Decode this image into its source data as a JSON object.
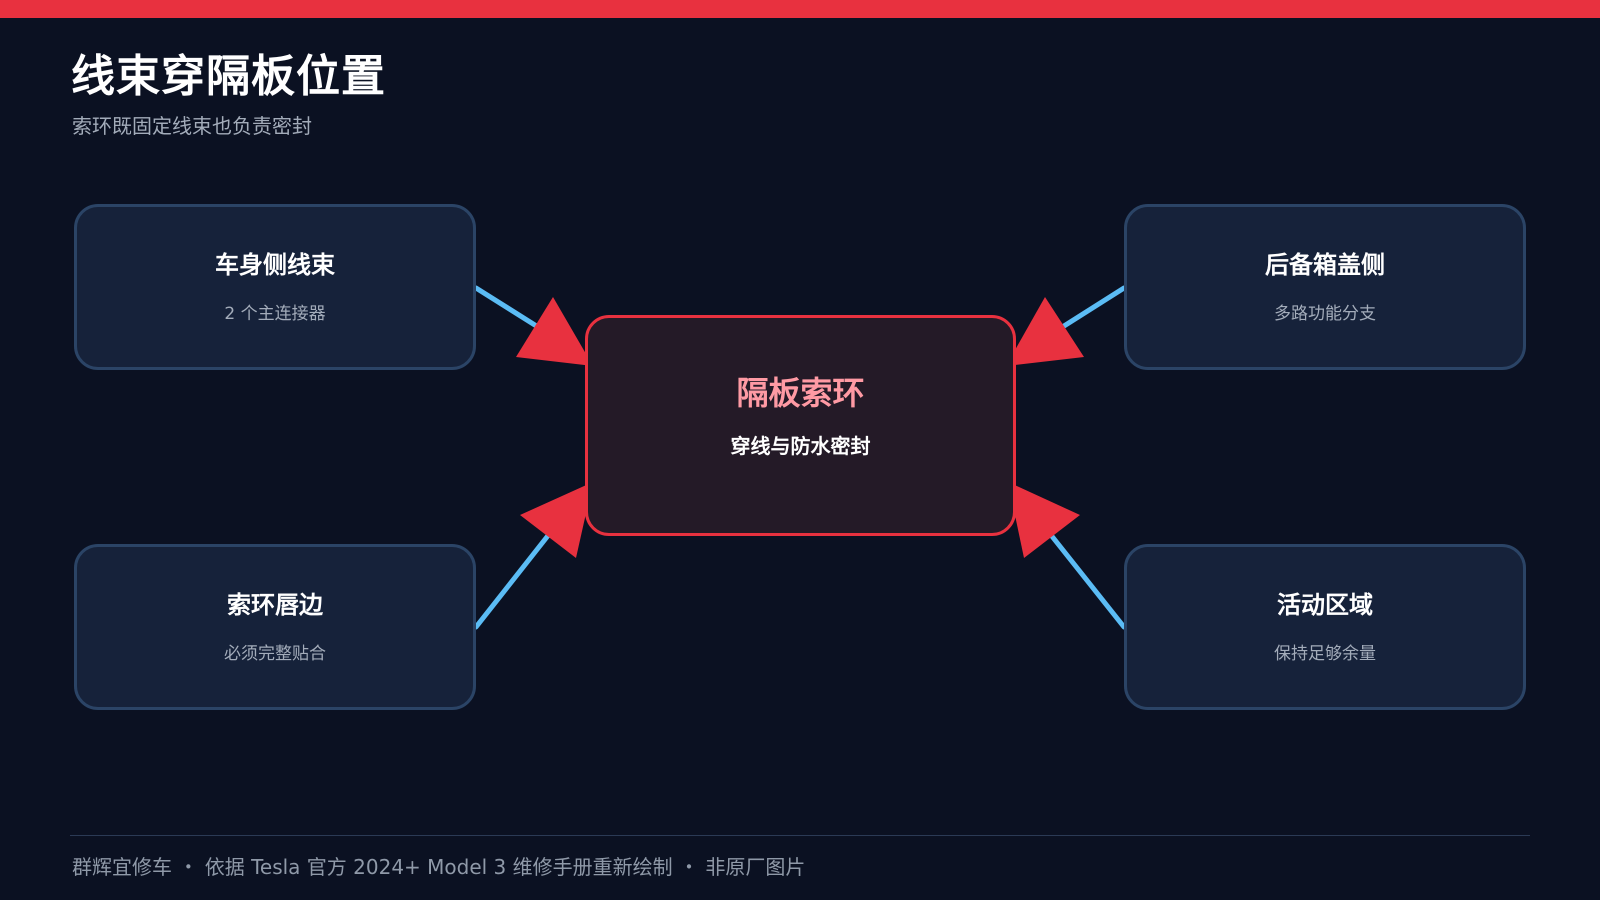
{
  "page": {
    "title": "线束穿隔板位置",
    "subtitle": "索环既固定线束也负责密封"
  },
  "diagram": {
    "center": {
      "title": "隔板索环",
      "subtitle": "穿线与防水密封"
    },
    "nodes": [
      {
        "id": "top-left",
        "title": "车身侧线束",
        "subtitle": "2 个主连接器"
      },
      {
        "id": "top-right",
        "title": "后备箱盖侧",
        "subtitle": "多路功能分支"
      },
      {
        "id": "bottom-left",
        "title": "索环唇边",
        "subtitle": "必须完整贴合"
      },
      {
        "id": "bottom-right",
        "title": "活动区域",
        "subtitle": "保持足够余量"
      }
    ]
  },
  "footer": {
    "text": "群辉宜修车 ・ 依据 Tesla 官方 2024+ Model 3 维修手册重新绘制 ・ 非原厂图片"
  },
  "colors": {
    "background": "#0b1122",
    "accent_red": "#e8313f",
    "connector_blue": "#5bbcf5",
    "node_fill": "#16223a",
    "node_border": "#2b4466",
    "center_title": "#ff9aa4"
  }
}
